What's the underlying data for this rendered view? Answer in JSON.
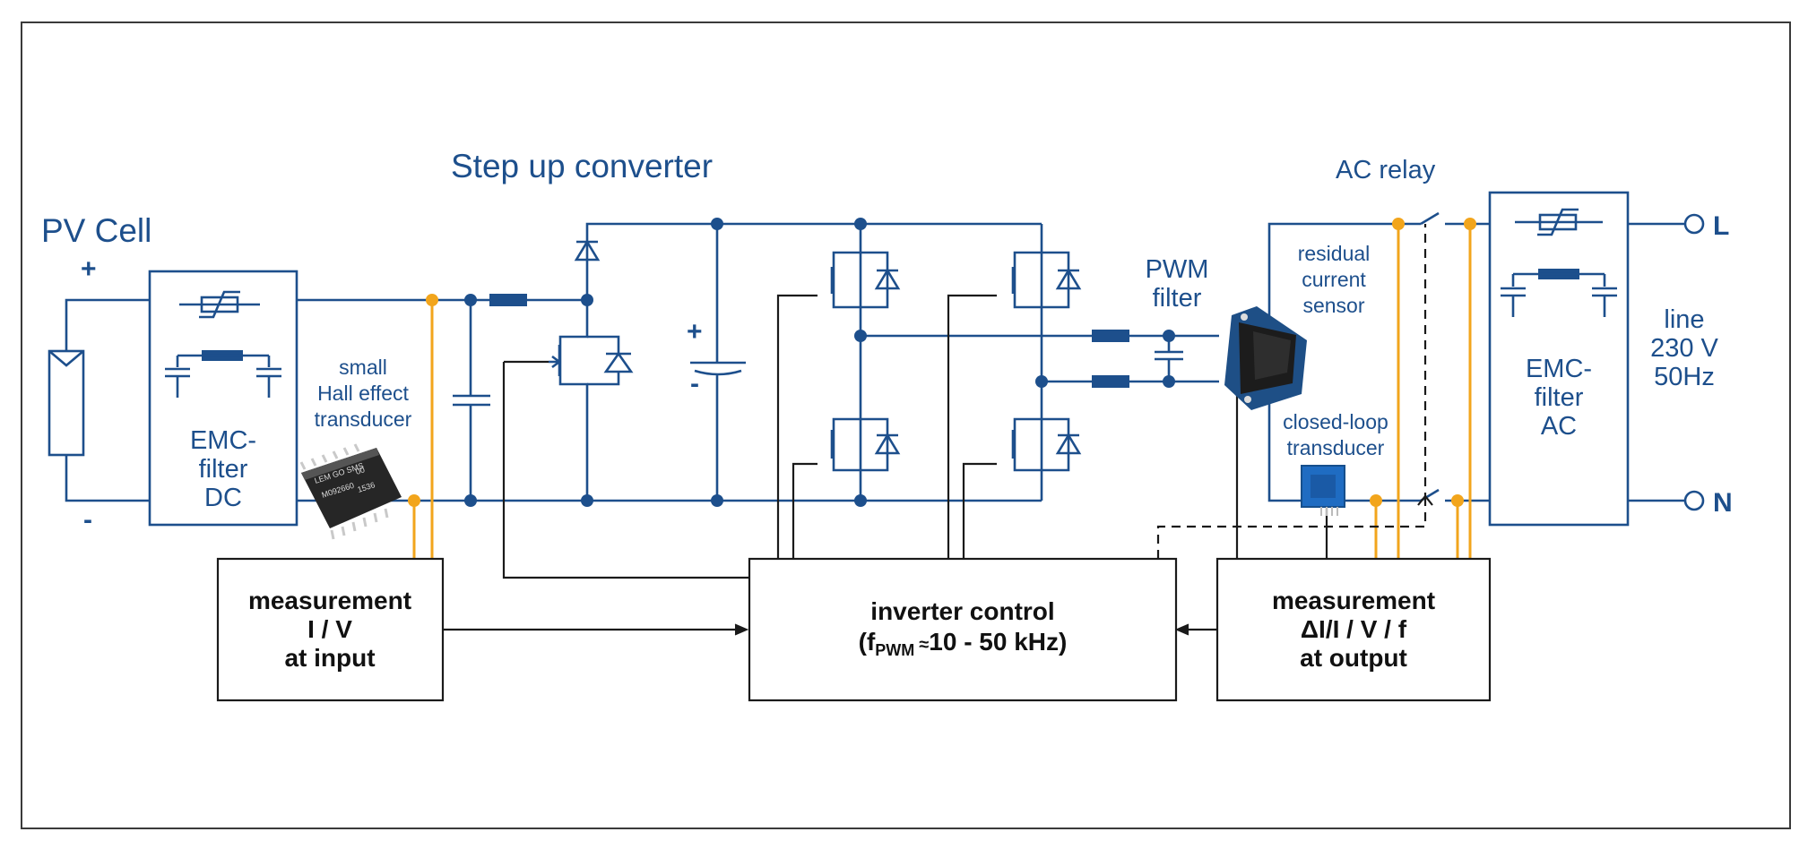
{
  "title": "Step up converter",
  "pv_cell": {
    "label": "PV Cell",
    "plus": "+",
    "minus": "-"
  },
  "emc_dc": {
    "line1": "EMC-",
    "line2": "filter",
    "line3": "DC"
  },
  "emc_ac": {
    "line1": "EMC-",
    "line2": "filter",
    "line3": "AC"
  },
  "hall": {
    "line1": "small",
    "line2": "Hall effect",
    "line3": "transducer",
    "chip_text1": "LEM GO SMS",
    "chip_text2": "00",
    "chip_text3": "M092660",
    "chip_text4": "1536"
  },
  "cap_polarity": {
    "plus": "+",
    "minus": "-"
  },
  "pwm_filter": {
    "line1": "PWM",
    "line2": "filter"
  },
  "ac_relay": "AC relay",
  "rcs": {
    "line1": "residual",
    "line2": "current",
    "line3": "sensor"
  },
  "closed_loop": {
    "line1": "closed-loop",
    "line2": "transducer"
  },
  "terminals": {
    "l": "L",
    "n": "N"
  },
  "line": {
    "line1": "line",
    "line2": "230 V",
    "line3": "50Hz"
  },
  "meas_in": {
    "line1": "measurement",
    "line2": "I / V",
    "line3": "at input"
  },
  "inverter": {
    "line1": "inverter control",
    "f": "f",
    "pwm_sub": "PWM",
    "approx": "≈",
    "range": "10 - 50 kHz)",
    "open_paren": "("
  },
  "meas_out": {
    "line1": "measurement",
    "line2": "ΔI/I / V / f",
    "line3": "at output"
  },
  "colors": {
    "wire": "#1d4f8c",
    "sense": "#f2a51c",
    "control": "#1a1a1a"
  }
}
